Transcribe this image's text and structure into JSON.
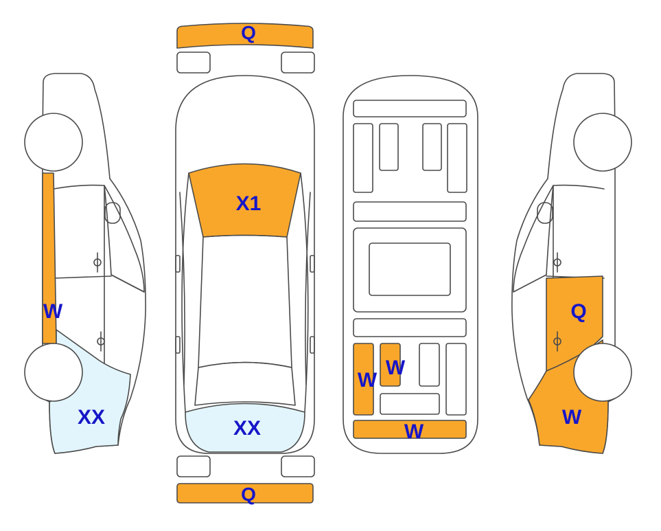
{
  "colors": {
    "outline": "#4a4a4a",
    "orange": "#f9a72b",
    "light_blue": "#e2f5fc",
    "label_blue": "#1616c8",
    "background": "#ffffff"
  },
  "labels": {
    "front_bumper": "Q",
    "rear_bumper": "Q",
    "hood": "X1",
    "trunk_top": "XX",
    "left_side_front": "XX",
    "left_side_strip": "W",
    "right_side_door": "Q",
    "right_side_front": "W",
    "under_left_long": "W",
    "under_left_short": "W",
    "under_bottom_bar": "W"
  }
}
